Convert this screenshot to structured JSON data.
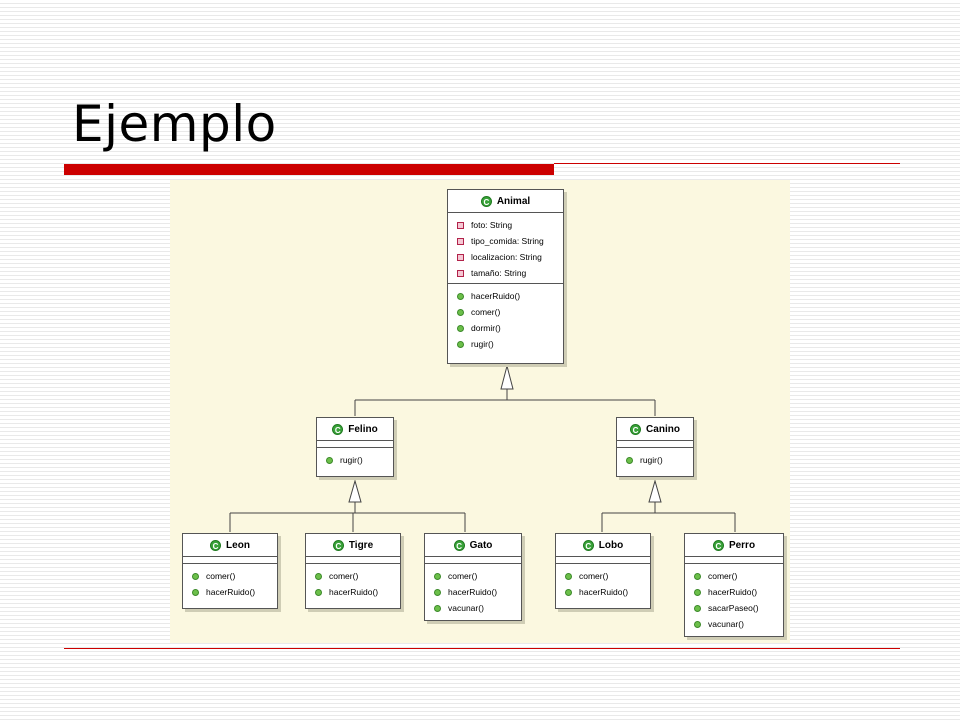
{
  "slide": {
    "title": "Ejemplo"
  },
  "colors": {
    "accent": "#cc0000",
    "panel_bg": "#fbf8e0",
    "class_icon": "#3aa33a",
    "method_icon": "#6cbf4a",
    "attribute_icon": "#b2224a"
  },
  "diagram": {
    "class_icon_letter": "C",
    "classes": {
      "animal": {
        "name": "Animal",
        "attributes": [
          "foto: String",
          "tipo_comida: String",
          "localizacion: String",
          "tamaño: String"
        ],
        "methods": [
          "hacerRuido()",
          "comer()",
          "dormir()",
          "rugir()"
        ]
      },
      "felino": {
        "name": "Felino",
        "attributes": [],
        "methods": [
          "rugir()"
        ]
      },
      "canino": {
        "name": "Canino",
        "attributes": [],
        "methods": [
          "rugir()"
        ]
      },
      "leon": {
        "name": "Leon",
        "attributes": [],
        "methods": [
          "comer()",
          "hacerRuido()"
        ]
      },
      "tigre": {
        "name": "Tigre",
        "attributes": [],
        "methods": [
          "comer()",
          "hacerRuido()"
        ]
      },
      "gato": {
        "name": "Gato",
        "attributes": [],
        "methods": [
          "comer()",
          "hacerRuido()",
          "vacunar()"
        ]
      },
      "lobo": {
        "name": "Lobo",
        "attributes": [],
        "methods": [
          "comer()",
          "hacerRuido()"
        ]
      },
      "perro": {
        "name": "Perro",
        "attributes": [],
        "methods": [
          "comer()",
          "hacerRuido()",
          "sacarPaseo()",
          "vacunar()"
        ]
      }
    },
    "relationships": [
      {
        "type": "generalization",
        "parent": "animal",
        "children": [
          "felino",
          "canino"
        ]
      },
      {
        "type": "generalization",
        "parent": "felino",
        "children": [
          "leon",
          "tigre",
          "gato"
        ]
      },
      {
        "type": "generalization",
        "parent": "canino",
        "children": [
          "lobo",
          "perro"
        ]
      }
    ]
  }
}
